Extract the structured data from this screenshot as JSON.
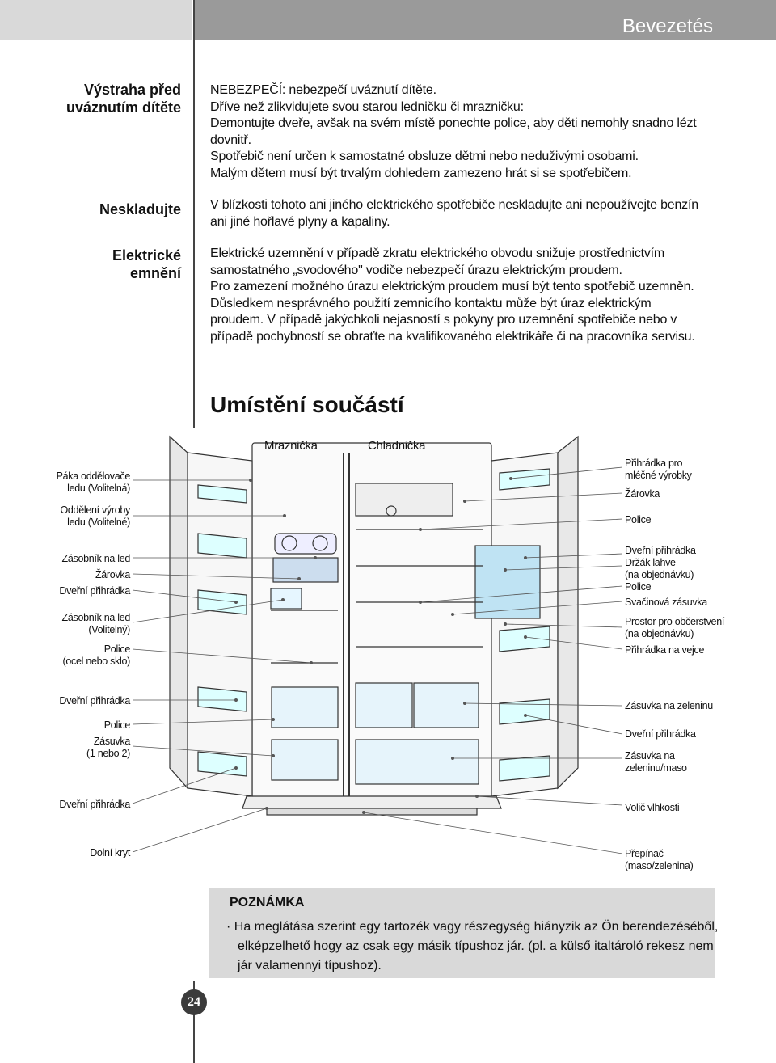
{
  "header": {
    "title": "Bevezetés"
  },
  "sections": [
    {
      "heading": [
        "Výstraha před",
        "uváznutím dítěte"
      ],
      "lines": [
        "NEBEZPEČÍ: nebezpečí uváznutí dítěte.",
        "Dříve než zlikvidujete svou starou ledničku či mrazničku:",
        "Demontujte dveře, avšak na svém místě ponechte police, aby děti nemohly snadno lézt",
        "dovnitř.",
        "Spotřebič není určen k samostatné obsluze dětmi nebo neduživými osobami.",
        "Malým dětem musí být trvalým dohledem zamezeno hrát si se spotřebičem."
      ]
    },
    {
      "heading": [
        "Neskladujte"
      ],
      "lines": [
        "V blízkosti tohoto ani jiného elektrického spotřebiče neskladujte ani nepoužívejte benzín",
        "ani jiné hořlavé plyny a kapaliny."
      ]
    },
    {
      "heading": [
        "Elektrické",
        "emnění"
      ],
      "lines": [
        "Elektrické uzemnění v případě zkratu elektrického obvodu snižuje prostřednictvím",
        "samostatného „svodového\" vodiče nebezpečí úrazu elektrickým proudem.",
        "Pro zamezení možného úrazu elektrickým proudem musí být tento spotřebič uzemněn.",
        "Důsledkem nesprávného použití zemnicího kontaktu může být úraz elektrickým",
        "proudem. V případě jakýchkoli nejasností s pokyny pro uzemnění spotřebiče nebo v",
        "případě pochybností se obraťte na kvalifikovaného elektrikáře či na pracovníka servisu."
      ]
    }
  ],
  "parts": {
    "title": "Umístění součástí",
    "top_labels": [
      "Mraznička",
      "Chladnička"
    ],
    "left_labels": [
      [
        "Páka oddělovače",
        "ledu (Volitelná)"
      ],
      [
        "Oddělení výroby",
        "ledu (Volitelné)"
      ],
      [
        "Zásobník na led"
      ],
      [
        "Žárovka"
      ],
      [
        "Dveřní přihrádka"
      ],
      [
        "Zásobník na led",
        "(Volitelný)"
      ],
      [
        "Police",
        "(ocel nebo sklo)"
      ],
      [
        "Dveřní přihrádka"
      ],
      [
        "Police"
      ],
      [
        "Zásuvka",
        "(1 nebo 2)"
      ],
      [
        "Dveřní přihrádka"
      ],
      [
        "Dolní kryt"
      ]
    ],
    "right_labels": [
      [
        "Přihrádka pro",
        "mléčné výrobky"
      ],
      [
        "Žárovka"
      ],
      [
        "Police"
      ],
      [
        "Dveřní přihrádka",
        "Držák lahve",
        "(na objednávku)",
        "Police"
      ],
      [
        "Svačinová zásuvka"
      ],
      [
        "Prostor pro občerstvení",
        "(na objednávku)"
      ],
      [
        "Přihrádka na vejce"
      ],
      [
        "Zásuvka na zeleninu"
      ],
      [
        "Dveřní přihrádka"
      ],
      [
        "Zásuvka na",
        "zeleninu/maso"
      ],
      [
        "Volič vlhkosti"
      ],
      [
        "Přepínač",
        "(maso/zelenina)"
      ]
    ]
  },
  "note": {
    "title": "POZNÁMKA",
    "bullet": "·",
    "lines": [
      "Ha meglátása szerint egy tartozék vagy részegység hiányzik az Ön berendezéséből,",
      "elképzelhető hogy az csak egy másik típushoz jár. (pl. a külső italtároló rekesz nem",
      "jár valamennyi típushoz)."
    ]
  },
  "page_number": "24"
}
